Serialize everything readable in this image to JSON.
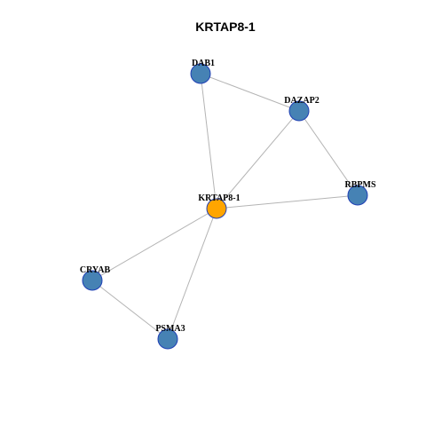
{
  "title": "KRTAP8-1",
  "colors": {
    "center_node": "#FFA500",
    "neighbor_node": "#4682B4",
    "node_border": "#1F3FB5",
    "edge": "#B4B4B4"
  },
  "nodes": [
    {
      "id": "DAB1",
      "label": "DAB1",
      "role": "neighbor"
    },
    {
      "id": "DAZAP2",
      "label": "DAZAP2",
      "role": "neighbor"
    },
    {
      "id": "RBPMS",
      "label": "RBPMS",
      "role": "neighbor"
    },
    {
      "id": "KRTAP8-1",
      "label": "KRTAP8-1",
      "role": "center"
    },
    {
      "id": "CRYAB",
      "label": "CRYAB",
      "role": "neighbor"
    },
    {
      "id": "PSMA3",
      "label": "PSMA3",
      "role": "neighbor"
    }
  ],
  "edges": [
    [
      "DAB1",
      "DAZAP2"
    ],
    [
      "DAB1",
      "KRTAP8-1"
    ],
    [
      "DAZAP2",
      "KRTAP8-1"
    ],
    [
      "DAZAP2",
      "RBPMS"
    ],
    [
      "KRTAP8-1",
      "RBPMS"
    ],
    [
      "KRTAP8-1",
      "CRYAB"
    ],
    [
      "KRTAP8-1",
      "PSMA3"
    ],
    [
      "CRYAB",
      "PSMA3"
    ]
  ]
}
